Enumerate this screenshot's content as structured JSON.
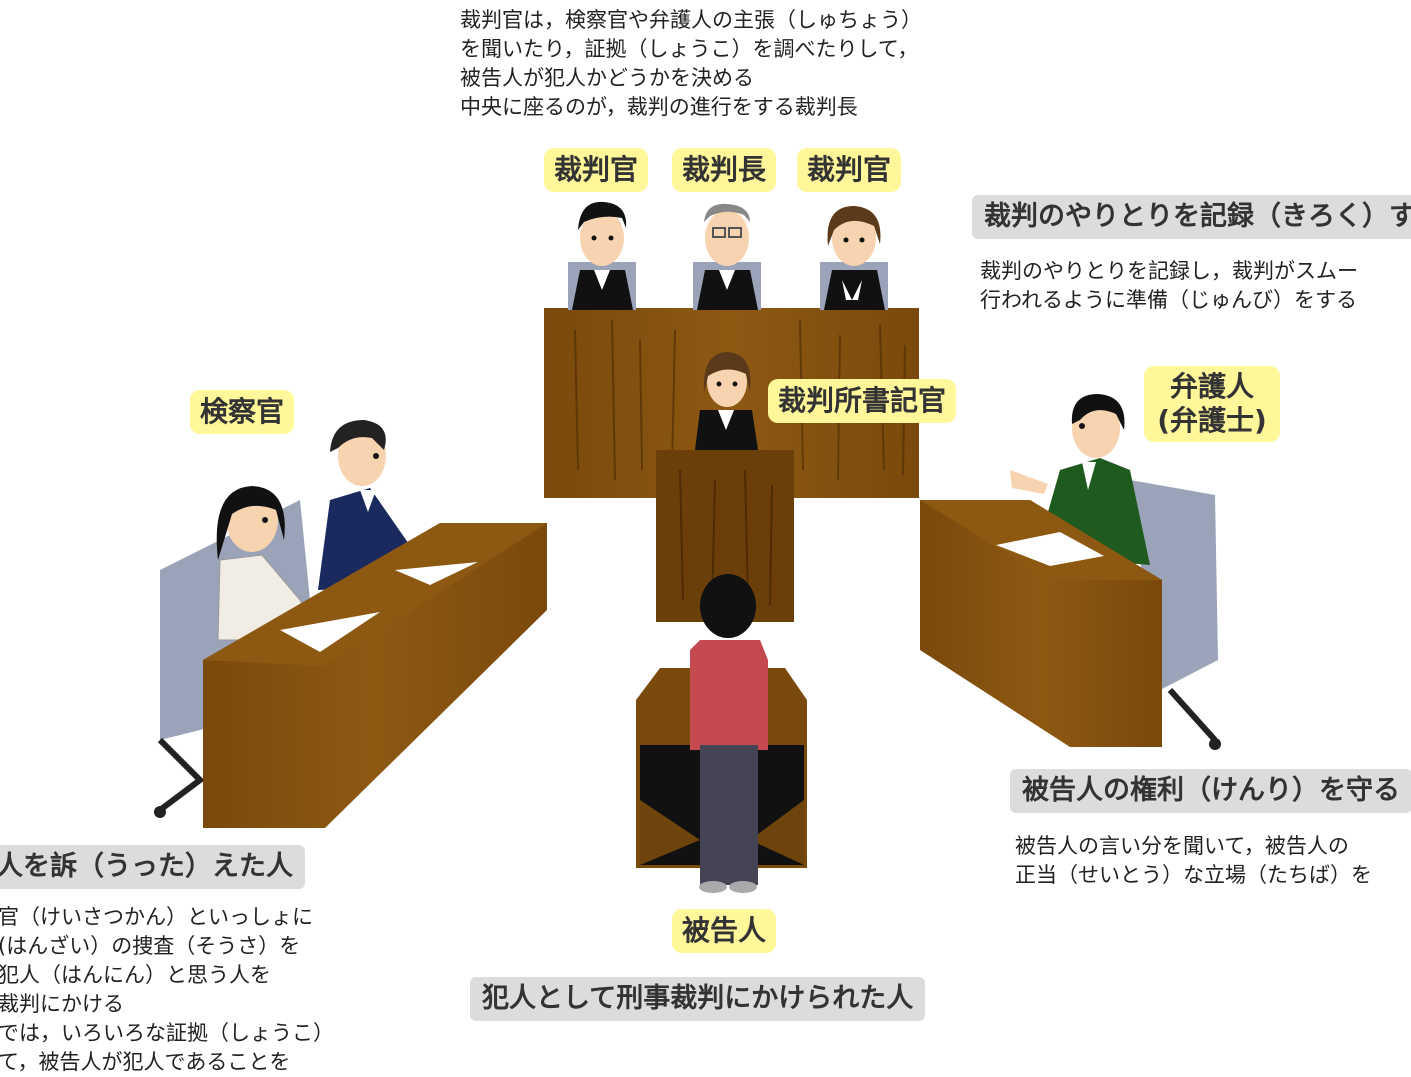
{
  "labels": {
    "judge_left": "裁判官",
    "presiding_judge": "裁判長",
    "judge_right": "裁判官",
    "prosecutor": "検察官",
    "court_clerk": "裁判所書記官",
    "defense_lawyer_line1": "弁護人",
    "defense_lawyer_line2": "(弁護士)",
    "defendant": "被告人"
  },
  "judges_description": [
    "裁判官は，検察官や弁護人の主張（しゅちょう）",
    "を聞いたり，証拠（しょうこ）を調べたりして，",
    "被告人が犯人かどうかを決める",
    "中央に座るのが，裁判の進行をする裁判長"
  ],
  "clerk_banner": "裁判のやりとりを記録（きろく）す",
  "clerk_description": [
    "裁判のやりとりを記録し，裁判がスムー",
    "行われるように準備（じゅんび）をする"
  ],
  "lawyer_banner": "被告人の権利（けんり）を守る",
  "lawyer_description": [
    "被告人の言い分を聞いて，被告人の",
    "正当（せいとう）な立場（たちば）を"
  ],
  "prosecutor_banner": "人を訴（うった）えた人",
  "prosecutor_description": [
    "官（けいさつかん）といっしょに",
    "(はんざい）の捜査（そうさ）を",
    "犯人（はんにん）と思う人を",
    "裁判にかける",
    "では，いろいろな証拠（しょうこ）",
    "て，被告人が犯人であることを"
  ],
  "defendant_banner": "犯人として刑事裁判にかけられた人",
  "colors": {
    "label_bg": "#fff79a",
    "banner_bg": "#dcdcdc",
    "wood": "#8a5410",
    "wood_dark": "#6b3f0a",
    "chair": "#9aa3b8"
  }
}
